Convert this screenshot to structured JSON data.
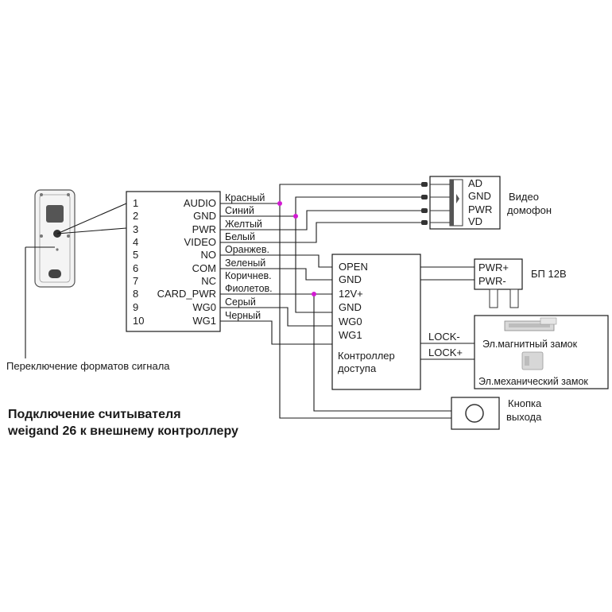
{
  "reader": {
    "pins": [
      {
        "num": "1",
        "label": "AUDIO",
        "wire": "Красный"
      },
      {
        "num": "2",
        "label": "GND",
        "wire": "Синий"
      },
      {
        "num": "3",
        "label": "PWR",
        "wire": "Желтый"
      },
      {
        "num": "4",
        "label": "VIDEO",
        "wire": "Белый"
      },
      {
        "num": "5",
        "label": "NO",
        "wire": "Оранжев."
      },
      {
        "num": "6",
        "label": "COM",
        "wire": "Зеленый"
      },
      {
        "num": "7",
        "label": "NC",
        "wire": "Коричнев."
      },
      {
        "num": "8",
        "label": "CARD_PWR",
        "wire": "Фиолетов."
      },
      {
        "num": "9",
        "label": "WG0",
        "wire": "Серый"
      },
      {
        "num": "10",
        "label": "WG1",
        "wire": "Черный"
      }
    ],
    "switch_note": "Переключение форматов сигнала"
  },
  "intercom": {
    "pins": [
      "AD",
      "GND",
      "PWR",
      "VD"
    ],
    "label_line1": "Видео",
    "label_line2": "домофон"
  },
  "controller": {
    "pins": [
      "OPEN",
      "GND",
      "12V+",
      "GND",
      "WG0",
      "WG1"
    ],
    "label_line1": "Контроллер",
    "label_line2": "доступа",
    "lock_minus": "LOCK-",
    "lock_plus": "LOCK+"
  },
  "psu": {
    "pins": [
      "PWR+",
      "PWR-"
    ],
    "label": "БП 12В"
  },
  "locks": {
    "magnetic": "Эл.магнитный замок",
    "mechanical": "Эл.механический замок"
  },
  "exit_button": {
    "label_line1": "Кнопка",
    "label_line2": "выхода"
  },
  "caption": {
    "line1": "Подключение считывателя",
    "line2": "weigand 26 к внешнему контроллеру"
  },
  "colors": {
    "junction": "#d21ad2",
    "line": "#1a1a1a"
  }
}
